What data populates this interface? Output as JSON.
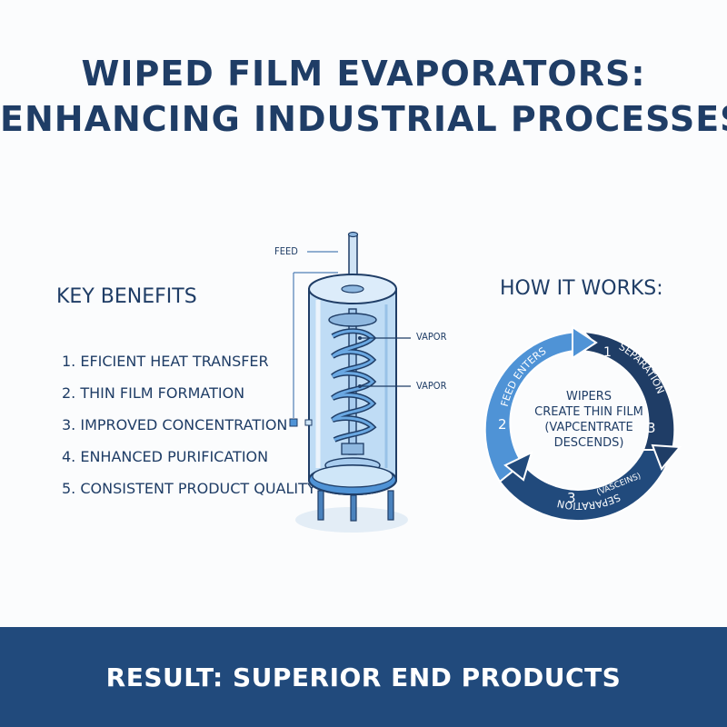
{
  "title": {
    "line1": "WIPED FILM EVAPORATORS:",
    "line2": "ENHANCING INDUSTRIAL PROCESSES"
  },
  "benefits": {
    "heading": "KEY BENEFITS",
    "items": [
      "1. EFICIENT HEAT TRANSFER",
      "2. THIN FILM FORMATION",
      "3. IMPROVED CONCENTRATION",
      "4. ENHANCED PURIFICATION",
      "5. CONSISTENT PRODUCT QUALITY"
    ]
  },
  "evaporator": {
    "feed_label": "FEED",
    "vapor_label_1": "VAPOR",
    "vapor_label_2": "VAPOR"
  },
  "how_it_works": {
    "heading": "HOW IT WORKS:",
    "center_line1": "WIPERS",
    "center_line2": "CREATE THIN FILM",
    "center_line3": "(VAPCENTRATE",
    "center_line4": "DESCENDS)",
    "segments": [
      {
        "label": "FEED ENTERS",
        "number": "2"
      },
      {
        "label": "SEPARATION",
        "number": "1",
        "number2": "3"
      },
      {
        "label": "SEPARATION",
        "sublabel": "(VASCEINS)",
        "number": "3"
      }
    ]
  },
  "footer": {
    "text": "RESULT: SUPERIOR END PRODUCTS"
  },
  "colors": {
    "navy": "#1f3d66",
    "dark_blue": "#214a7c",
    "mid_blue": "#4f93d6",
    "light_blue": "#cfe6f8",
    "background": "#fbfcfd"
  }
}
